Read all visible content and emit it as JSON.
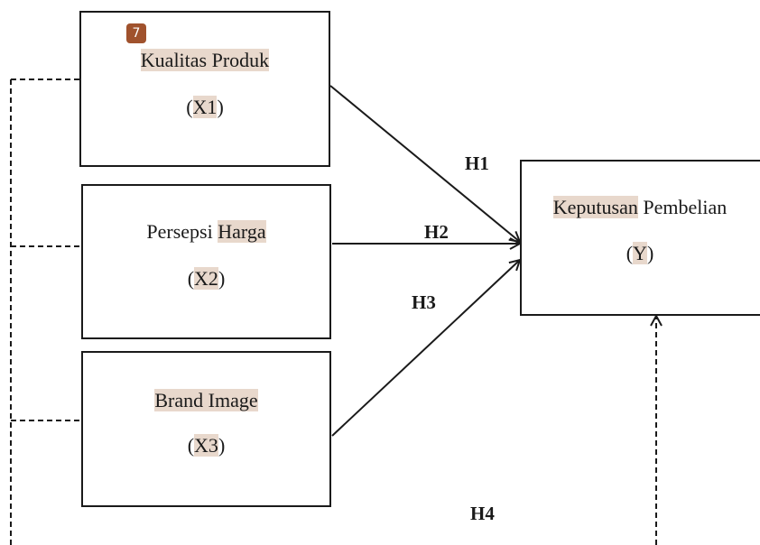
{
  "badge": {
    "text": "7",
    "color": "#a0522d"
  },
  "highlight_color": "#e8d8cc",
  "boxes": {
    "x1": {
      "line1": "Kualitas Produk",
      "var_open": "(",
      "var": "X1",
      "var_close": ")"
    },
    "x2": {
      "line1_plain": "Persepsi ",
      "line1_hl": "Harga",
      "var_open": "(",
      "var": "X2",
      "var_close": ")"
    },
    "x3": {
      "line1": "Brand Image",
      "var_open": "(",
      "var": "X3",
      "var_close": ")"
    },
    "y": {
      "line1_hl": "Keputusan",
      "line1_plain": " Pembelian",
      "var_open": "(",
      "var": "Y",
      "var_close": ")"
    }
  },
  "hypotheses": {
    "h1": "H1",
    "h2": "H2",
    "h3": "H3",
    "h4": "H4"
  }
}
